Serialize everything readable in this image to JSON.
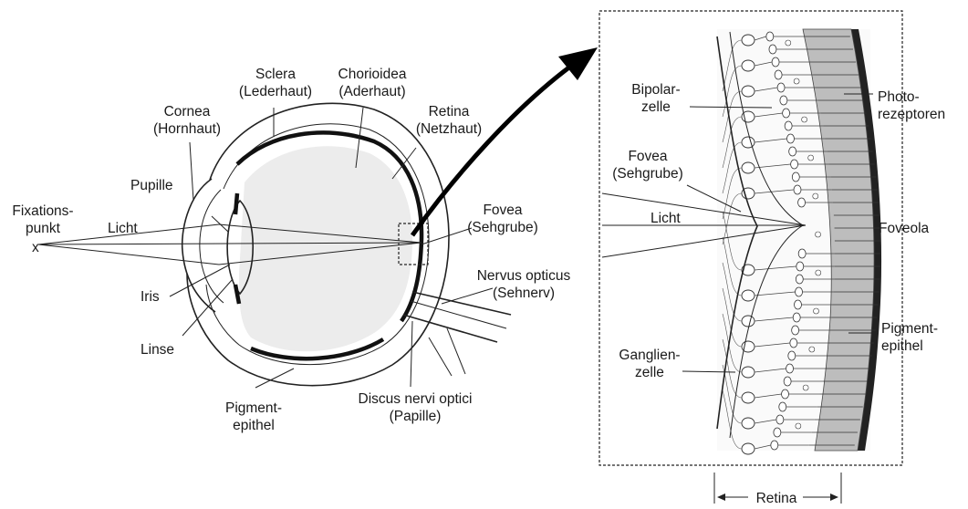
{
  "eye_labels": {
    "sclera": [
      "Sclera",
      "(Lederhaut)"
    ],
    "chorioidea": [
      "Chorioidea",
      "(Aderhaut)"
    ],
    "cornea": [
      "Cornea",
      "(Hornhaut)"
    ],
    "retina": [
      "Retina",
      "(Netzhaut)"
    ],
    "pupille": [
      "Pupille"
    ],
    "fixationspunkt": [
      "Fixations-",
      "punkt"
    ],
    "fixation_mark": "x",
    "licht": [
      "Licht"
    ],
    "fovea": [
      "Fovea",
      "(Sehgrube)"
    ],
    "nervus_opticus": [
      "Nervus opticus",
      "(Sehnerv)"
    ],
    "iris": [
      "Iris"
    ],
    "linse": [
      "Linse"
    ],
    "pigmentepithel": [
      "Pigment-",
      "epithel"
    ],
    "discus": [
      "Discus nervi optici",
      "(Papille)"
    ]
  },
  "retina_labels": {
    "bipolarzelle": [
      "Bipolar-",
      "zelle"
    ],
    "fovea": [
      "Fovea",
      "(Sehgrube)"
    ],
    "licht": [
      "Licht"
    ],
    "ganglienzelle": [
      "Ganglien-",
      "zelle"
    ],
    "photorezeptoren": [
      "Photo-",
      "rezeptoren"
    ],
    "foveola": [
      "Foveola"
    ],
    "pigmentepithel": [
      "Pigment-",
      "epithel"
    ],
    "retina_scale": [
      "Retina"
    ]
  }
}
